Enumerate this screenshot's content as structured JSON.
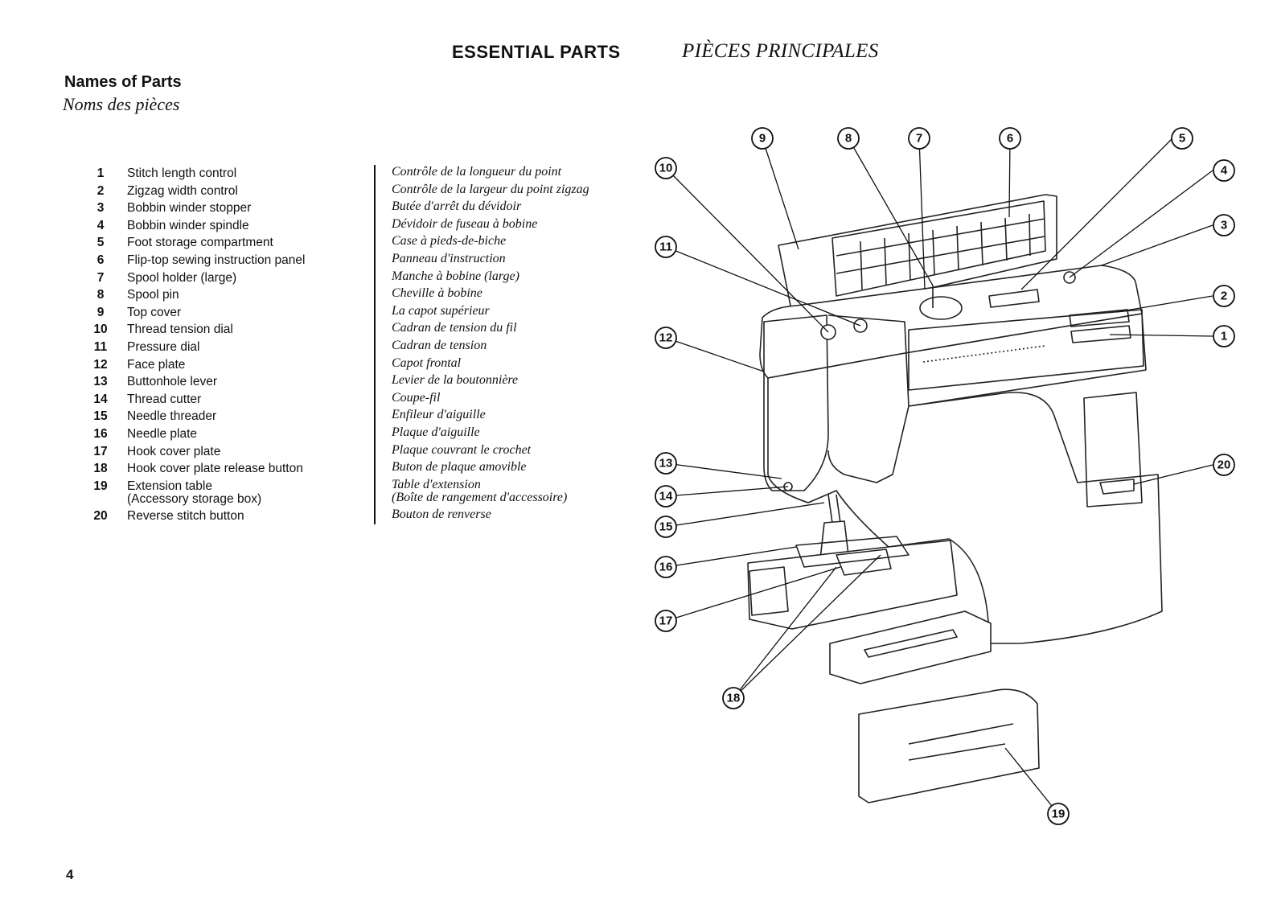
{
  "header": {
    "title_en": "ESSENTIAL PARTS",
    "title_fr": "PIÈCES PRINCIPALES"
  },
  "section": {
    "heading_en": "Names of Parts",
    "heading_fr": "Noms des pièces"
  },
  "parts": [
    {
      "num": "1",
      "en": "Stitch length control",
      "fr": "Contrôle de la longueur du point"
    },
    {
      "num": "2",
      "en": "Zigzag width control",
      "fr": "Contrôle de la largeur du point zigzag"
    },
    {
      "num": "3",
      "en": "Bobbin winder stopper",
      "fr": "Butée d'arrêt du dévidoir"
    },
    {
      "num": "4",
      "en": "Bobbin winder spindle",
      "fr": "Dévidoir de fuseau à bobine"
    },
    {
      "num": "5",
      "en": "Foot storage compartment",
      "fr": "Case à pieds-de-biche"
    },
    {
      "num": "6",
      "en": "Flip-top sewing instruction panel",
      "fr": "Panneau d'instruction"
    },
    {
      "num": "7",
      "en": "Spool holder (large)",
      "fr": "Manche à bobine (large)"
    },
    {
      "num": "8",
      "en": "Spool pin",
      "fr": "Cheville à bobine"
    },
    {
      "num": "9",
      "en": "Top cover",
      "fr": "La capot supérieur"
    },
    {
      "num": "10",
      "en": "Thread tension dial",
      "fr": "Cadran de tension du fil"
    },
    {
      "num": "11",
      "en": "Pressure dial",
      "fr": "Cadran de tension"
    },
    {
      "num": "12",
      "en": "Face plate",
      "fr": "Capot frontal"
    },
    {
      "num": "13",
      "en": "Buttonhole lever",
      "fr": "Levier de la boutonnière"
    },
    {
      "num": "14",
      "en": "Thread cutter",
      "fr": "Coupe-fil"
    },
    {
      "num": "15",
      "en": "Needle threader",
      "fr": "Enfileur d'aiguille"
    },
    {
      "num": "16",
      "en": "Needle plate",
      "fr": "Plaque d'aiguille"
    },
    {
      "num": "17",
      "en": "Hook cover plate",
      "fr": "Plaque couvrant le crochet"
    },
    {
      "num": "18",
      "en": "Hook cover plate release button",
      "fr": "Buton de plaque amovible"
    },
    {
      "num": "19",
      "en": "Extension table",
      "en2": "(Accessory storage box)",
      "fr": "Table d'extension",
      "fr2": "(Boîte de rangement d'accessoire)"
    },
    {
      "num": "20",
      "en": "Reverse stitch button",
      "fr": "Bouton de renverse"
    }
  ],
  "callouts": [
    "1",
    "2",
    "3",
    "4",
    "5",
    "6",
    "7",
    "8",
    "9",
    "10",
    "11",
    "12",
    "13",
    "14",
    "15",
    "16",
    "17",
    "18",
    "19",
    "20"
  ],
  "page_number": "4"
}
